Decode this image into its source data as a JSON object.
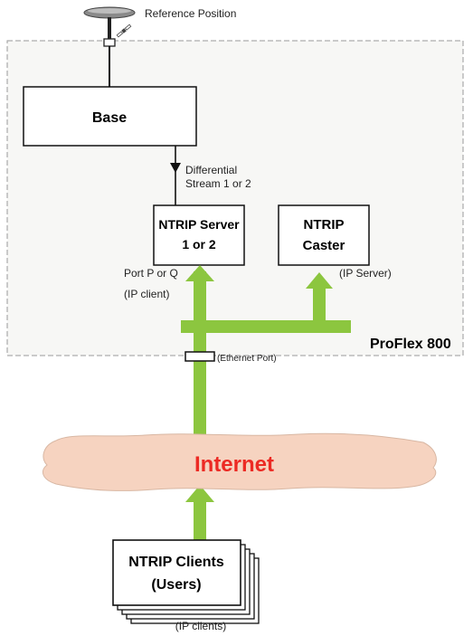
{
  "reference_label": "Reference Position",
  "base_label": "Base",
  "differential_line1": "Differential",
  "differential_line2": "Stream 1 or 2",
  "ntrip_server_line1": "NTRIP Server",
  "ntrip_server_line2": "1 or 2",
  "ntrip_caster_line1": "NTRIP",
  "ntrip_caster_line2": "Caster",
  "port_line1": "Port P or Q",
  "port_line2": "(IP client)",
  "ip_server_label": "(IP Server)",
  "proflex_label": "ProFlex 800",
  "ethernet_label": "(Ethernet Port)",
  "internet_label": "Internet",
  "clients_line1": "NTRIP Clients",
  "clients_line2": "(Users)",
  "ip_clients_label": "(IP clients)",
  "colors": {
    "arrow_green": "#8cc63f",
    "cloud_fill": "#f6d3c0",
    "internet_red": "#ec2a24",
    "enclosure_fill": "#f7f7f5",
    "enclosure_border": "#9a9a9a"
  }
}
